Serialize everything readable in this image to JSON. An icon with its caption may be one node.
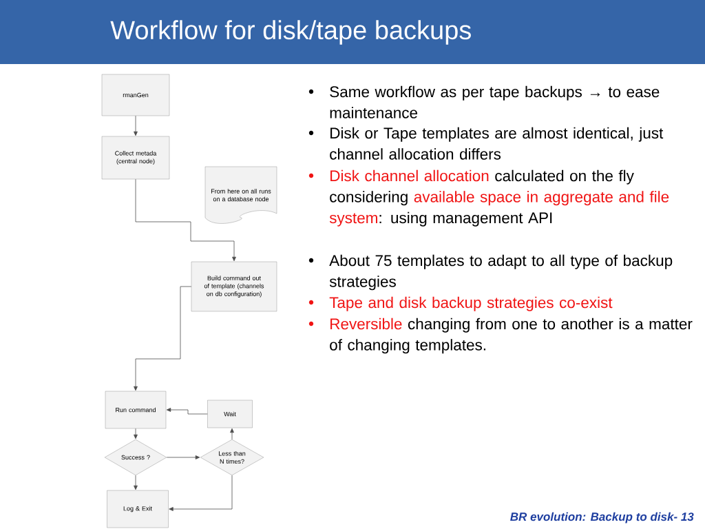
{
  "diagram": {
    "title": "Workflow for disk/tape backups",
    "nodes": [
      {
        "text": [
          "rmanGen"
        ]
      },
      {
        "text": [
          "Collect metada (central node)"
        ]
      },
      {
        "text": [
          "From here on all runs on a database node"
        ]
      },
      {
        "text": [
          "Build command out of template (channels on db configuration)"
        ]
      },
      {
        "text": [
          "Run command"
        ]
      },
      {
        "text": [
          "Wait"
        ]
      },
      {
        "text": [
          "Success ?"
        ]
      },
      {
        "text": [
          "Less than N times?"
        ]
      },
      {
        "text": [
          "Log & Exit"
        ]
      }
    ],
    "edges": [
      {
        "from": 0,
        "to": 1,
        "arrow": "to"
      },
      {
        "from": 1,
        "to": 3,
        "arrow": "to"
      },
      {
        "from": 3,
        "to": 4,
        "arrow": "to"
      },
      {
        "from": 4,
        "to": 6,
        "arrow": "to"
      },
      {
        "from": 6,
        "to": 7,
        "arrow": "to"
      },
      {
        "from": 6,
        "to": 8,
        "arrow": "to"
      },
      {
        "from": 7,
        "to": 5,
        "arrow": "to"
      },
      {
        "from": 5,
        "to": 4,
        "arrow": "to"
      },
      {
        "from": 7,
        "to": 8,
        "arrow": "to"
      }
    ],
    "labels": [
      "Same workflow as per tape backups → to ease maintenance",
      "Disk or Tape templates are almost identical, just channel allocation differs",
      "Disk channel allocation",
      "calculated on the fly considering",
      "available space in aggregate and file system",
      ": using management API",
      "About 75 templates to adapt to all type of backup strategies",
      "Tape and disk backup strategies co-exist",
      "Reversible",
      "changing from one to another is a matter of changing templates.",
      "BR evolution: Backup to disk- 13"
    ]
  }
}
